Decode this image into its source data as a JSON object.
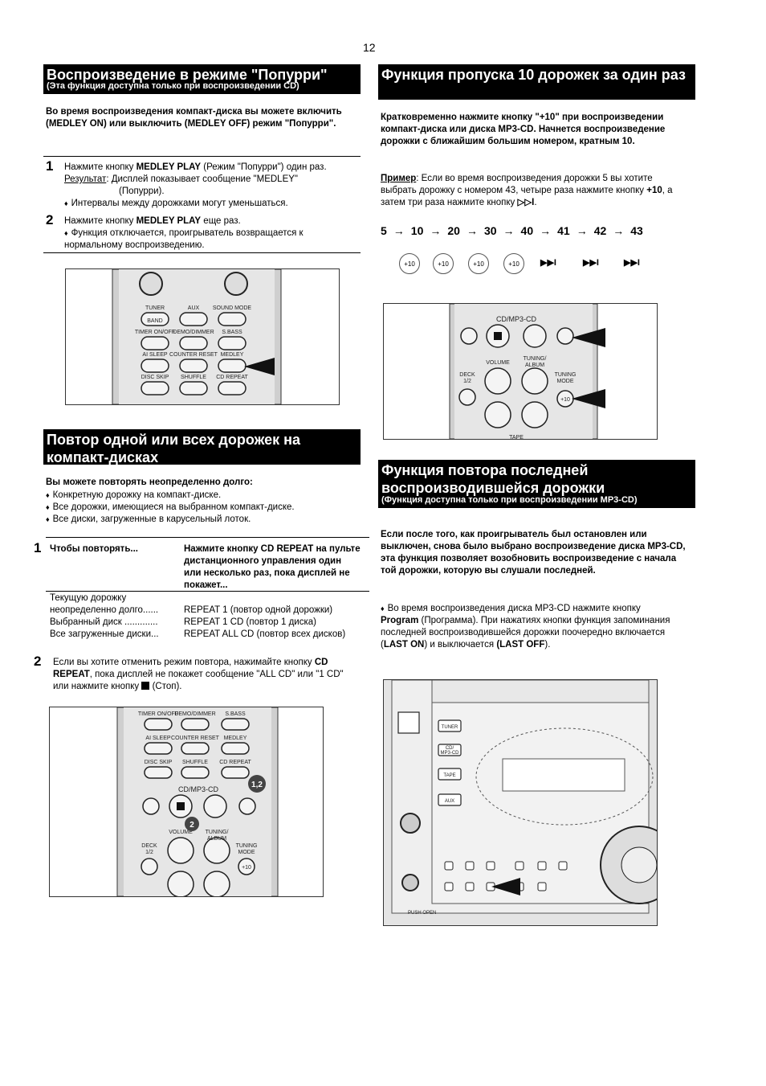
{
  "page_number": "12",
  "medley": {
    "title": "Воспроизведение в режиме \"Попурри\"",
    "subtitle": "(Эта функция доступна только при воспроизведении CD)",
    "intro": "Во время воспроизведения компакт-диска вы можете включить (MEDLEY ON) или выключить (MEDLEY OFF) режим \"Попурри\".",
    "step1_num": "1",
    "step1_a": "Нажмите кнопку ",
    "step1_b": "MEDLEY PLAY",
    "step1_c": " (Режим \"Попурри\") один раз.",
    "result_label": "Результат",
    "result_text": ": Дисплей показывает сообщение \"MEDLEY\"",
    "result_text2": "(Попурри).",
    "bullet1": "Интервалы между дорожками могут уменьшаться.",
    "step2_num": "2",
    "step2_a": "Нажмите кнопку ",
    "step2_b": "MEDLEY PLAY",
    "step2_c": " еще раз.",
    "bullet2": "Функция отключается, проигрыватель возвращается к нормальному воспроизведению."
  },
  "repeat": {
    "title": "Повтор одной или всех дорожек на компакт-дисках",
    "intro": "Вы можете повторять неопределенно долго:",
    "bullets": [
      "Конкретную дорожку на компакт-диске.",
      "Все дорожки, имеющиеся на выбранном компакт-диске.",
      "Все диски, загруженные в карусельный лоток."
    ],
    "step1_num": "1",
    "col1_head": "Чтобы повторять...",
    "col2_head": "Нажмите кнопку CD REPEAT на пульте дистанционного управления один или несколько раз, пока дисплей не покажет...",
    "rows": [
      {
        "l": "Текущую дорожку",
        "r": ""
      },
      {
        "l": "неопределенно долго......",
        "r": "REPEAT 1 (повтор одной дорожки)"
      },
      {
        "l": "Выбранный диск .............",
        "r": "REPEAT 1 CD (повтор 1 диска)"
      },
      {
        "l": "Все загруженные диски...",
        "r": "REPEAT ALL CD (повтор всех дисков)"
      }
    ],
    "step2_num": "2",
    "step2_a": "Если вы хотите отменить режим повтора, нажимайте кнопку ",
    "step2_b": "CD REPEAT",
    "step2_c": ", пока дисплей не покажет сообщение \"ALL CD\" или \"1 CD\" или нажмите кнопку ",
    "step2_d": " (Стоп)."
  },
  "skip10": {
    "title": "Функция пропуска 10 дорожек за один раз",
    "intro": "Кратковременно нажмите кнопку \"+10\" при воспроизведении компакт-диска или диска MP3-CD. Начнется воспроизведение дорожки с ближайшим большим номером, кратным 10.",
    "example_label": "Пример",
    "example_a": ": Если во время воспроизведения дорожки 5 вы хотите выбрать дорожку с номером 43, четыре раза нажмите кнопку ",
    "example_b": "+10",
    "example_c": ", а затем три раза нажмите кнопку ",
    "example_d": "▷▷I",
    "example_e": ".",
    "sequence": [
      "5",
      "→",
      "10",
      "→",
      "20",
      "→",
      "30",
      "→",
      "40",
      "→",
      "41",
      "→",
      "42",
      "→",
      "43"
    ],
    "buttons": [
      "+10",
      "+10",
      "+10",
      "+10",
      "▶▶I",
      "▶▶I",
      "▶▶I"
    ]
  },
  "last": {
    "title": "Функция повтора последней воспроизводившейся дорожки",
    "subtitle": "(Функция доступна только при воспроизведении MP3-CD)",
    "intro": "Если после того, как проигрыватель был остановлен или выключен, снова было выбрано воспроизведение диска MP3-CD, эта функция позволяет возобновить воспроизведение с начала той дорожки, которую вы слушали последней.",
    "bullet_a": "Во время воспроизведения диска MP3-CD нажмите кнопку ",
    "bullet_b": "Program",
    "bullet_c": " (Программа). При нажатиях кнопки функция запоминания последней воспроизводившейся дорожки поочередно включается (",
    "bullet_d": "LAST ON",
    "bullet_e": ") и выключается ",
    "bullet_f": "(LAST OFF",
    "bullet_g": ")."
  },
  "remote1": {
    "labels": [
      "TUNER",
      "AUX",
      "SOUND MODE",
      "BAND",
      "TIMER ON/OFF",
      "DEMO/DIMMER",
      "S.BASS",
      "AI SLEEP",
      "COUNTER RESET",
      "MEDLEY",
      "DISC SKIP",
      "SHUFFLE",
      "CD REPEAT"
    ]
  },
  "remote2": {
    "labels": [
      "CD/MP3-CD",
      "VOLUME",
      "TUNING/ ALBUM",
      "DECK 1/2",
      "TUNING MODE",
      "+10",
      "TAPE"
    ]
  },
  "remote3": {
    "labels": [
      "TIMER ON/OFF",
      "DEMO/DIMMER",
      "S.BASS",
      "AI SLEEP",
      "COUNTER RESET",
      "MEDLEY",
      "DISC SKIP",
      "SHUFFLE",
      "CD REPEAT",
      "CD/MP3-CD",
      "VOLUME",
      "TUNING/ ALBUM",
      "DECK 1/2",
      "TUNING MODE",
      "+10"
    ],
    "callouts": [
      "1,2",
      "2"
    ]
  },
  "unit": {
    "labels": [
      "TUNER",
      "CD/ MP3-CD",
      "TAPE",
      "AUX",
      "PUSH OPEN"
    ]
  }
}
